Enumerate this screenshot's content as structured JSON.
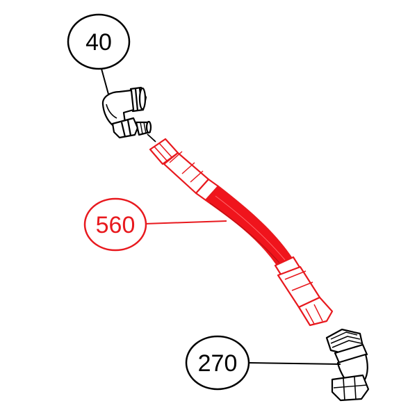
{
  "callouts": [
    {
      "id": "c40",
      "label": "40",
      "color": "#000000"
    },
    {
      "id": "c560",
      "label": "560",
      "color": "#e8191e"
    },
    {
      "id": "c270",
      "label": "270",
      "color": "#000000"
    }
  ],
  "colors": {
    "highlight": "#e8191e",
    "hose_fill": "#f0141c",
    "line": "#000000",
    "background": "#ffffff"
  }
}
